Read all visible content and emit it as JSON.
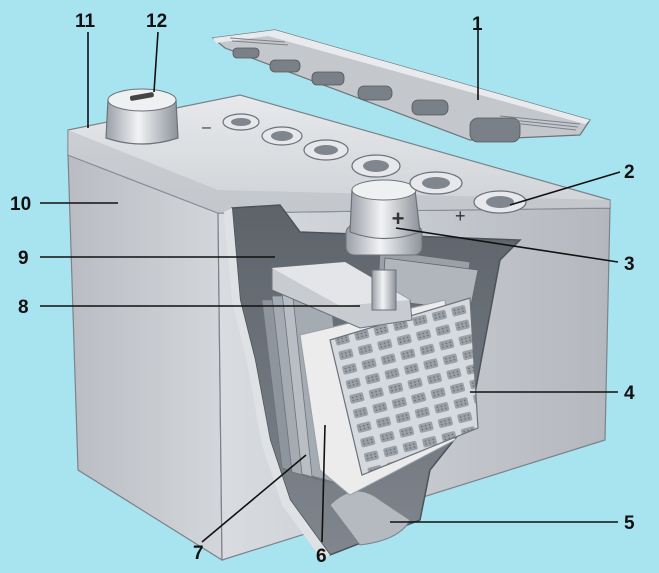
{
  "callouts": [
    {
      "id": "1",
      "text": "1"
    },
    {
      "id": "2",
      "text": "2"
    },
    {
      "id": "3",
      "text": "3"
    },
    {
      "id": "4",
      "text": "4"
    },
    {
      "id": "5",
      "text": "5"
    },
    {
      "id": "6",
      "text": "6"
    },
    {
      "id": "7",
      "text": "7"
    },
    {
      "id": "8",
      "text": "8"
    },
    {
      "id": "9",
      "text": "9"
    },
    {
      "id": "10",
      "text": "10"
    },
    {
      "id": "11",
      "text": "11"
    },
    {
      "id": "12",
      "text": "12"
    }
  ],
  "terminal_marks": {
    "negative": "−",
    "positive": "+",
    "lid_minus": "–",
    "lid_plus": "+"
  },
  "colors": {
    "background": "#a8e4ef",
    "casing": "#c9ccd1",
    "casing_dark": "#9ea3aa",
    "plates": "#b9bec5",
    "separator": "#eeeeee"
  }
}
